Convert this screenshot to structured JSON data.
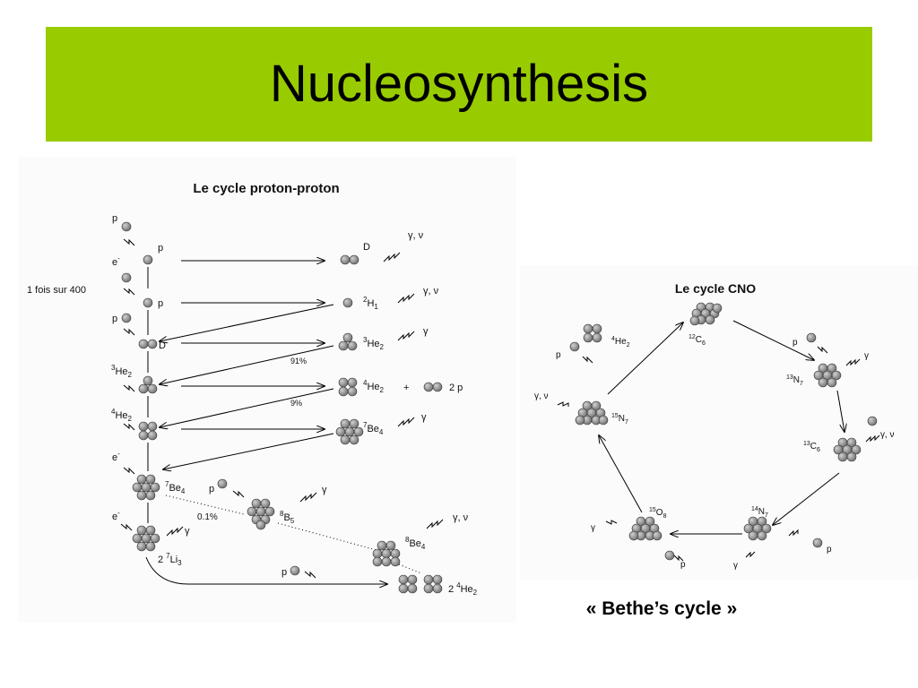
{
  "slide": {
    "title": "Nucleosynthesis",
    "caption": "« Bethe’s cycle »"
  },
  "pp_chain": {
    "title": "Le cycle proton-proton",
    "frequency_note": "1 fois sur 400",
    "branch_91": "91%",
    "branch_9": "9%",
    "branch_01": "0.1%",
    "p": "p",
    "e": "e",
    "minus": "-",
    "plus": "+",
    "two": "2",
    "two_p": "2 p",
    "gamma": "γ",
    "gamma_nu": "γ, ν",
    "D": "D",
    "H": "H",
    "He": "He",
    "Be": "Be",
    "B": "B",
    "Li": "Li",
    "n1": "1",
    "n2": "2",
    "n3": "3",
    "n4": "4",
    "n5": "5",
    "n7": "7",
    "n8": "8"
  },
  "cno_cycle": {
    "title": "Le cycle CNO",
    "p": "p",
    "gamma": "γ",
    "gamma_nu": "γ, ν",
    "He": "He",
    "C": "C",
    "N": "N",
    "O": "O",
    "n2": "2",
    "n4": "4",
    "n6": "6",
    "n7": "7",
    "n8": "8",
    "n12": "12",
    "n13": "13",
    "n14": "14",
    "n15": "15"
  }
}
